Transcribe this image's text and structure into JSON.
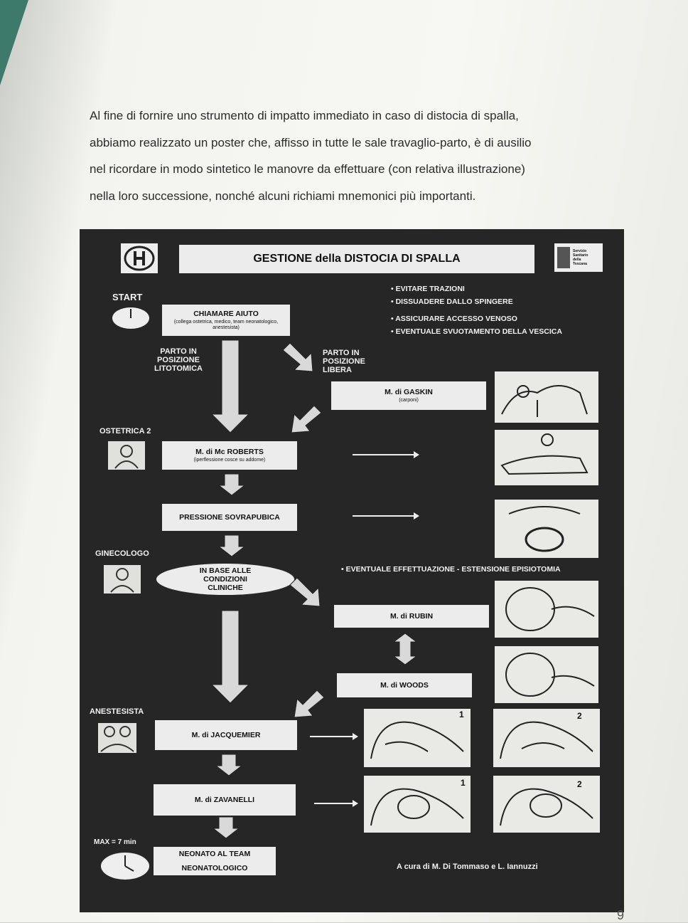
{
  "intro": [
    "Al fine di fornire uno strumento di impatto immediato in caso di distocia di spalla,",
    "abbiamo realizzato un poster che, affisso in tutte le sale travaglio-parto, è di ausilio",
    "nel ricordare in modo sintetico le manovre da effettuare (con relativa illustrazione)",
    "nella loro successione, nonché alcuni richiami mnemonici più importanti."
  ],
  "page_number": "9",
  "poster": {
    "title": "GESTIONE della DISTOCIA DI SPALLA",
    "logo_right": [
      "Servizio",
      "Sanitario",
      "della",
      "Toscana"
    ],
    "labels": {
      "start": "START",
      "ostetrica2": "OSTETRICA 2",
      "ginecologo": "GINECOLOGO",
      "anestesista": "ANESTESISTA",
      "max": "MAX = 7 min",
      "parto_litotomica": "PARTO IN POSIZIONE LITOTOMICA",
      "parto_libera": "PARTO IN POSIZIONE LIBERA"
    },
    "bullets_top": [
      "• EVITARE TRAZIONI",
      "• DISSUADERE DALLO SPINGERE",
      "• ASSICURARE ACCESSO VENOSO",
      "• EVENTUALE SVUOTAMENTO DELLA VESCICA"
    ],
    "bullet_mid": "• EVENTUALE EFFETTUAZIONE - ESTENSIONE EPISIOTOMIA",
    "boxes": {
      "aiuto": {
        "title": "CHIAMARE AIUTO",
        "sub": "(collega ostetrica, medico, team neonatologico, anestesista)"
      },
      "gaskin": {
        "title": "M. di GASKIN",
        "sub": "(carponi)"
      },
      "mcroberts": {
        "title": "M. di Mc ROBERTS",
        "sub": "(iperflessione cosce su addome)"
      },
      "sovrapubica": {
        "title": "PRESSIONE SOVRAPUBICA"
      },
      "condizioni": {
        "title": "IN BASE ALLE CONDIZIONI CLINICHE"
      },
      "rubin": {
        "title": "M. di RUBIN"
      },
      "woods": {
        "title": "M. di WOODS"
      },
      "jacquemier": {
        "title": "M. di JACQUEMIER"
      },
      "zavanelli": {
        "title": "M. di ZAVANELLI"
      },
      "neonato": {
        "title": "NEONATO AL TEAM NEONATOLOGICO"
      }
    },
    "step_numbers": [
      "1",
      "2",
      "1",
      "2"
    ],
    "credit": "A cura di M. Di Tommaso e L. Iannuzzi"
  }
}
